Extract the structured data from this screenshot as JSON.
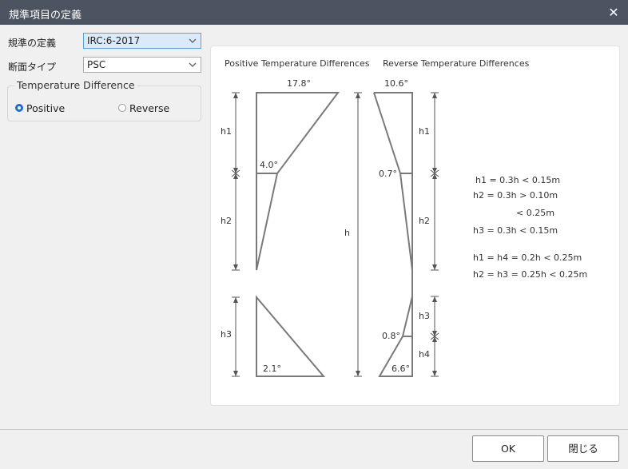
{
  "window": {
    "title": "規準項目の定義",
    "close_glyph": "✕"
  },
  "form": {
    "code_label": "規準の定義",
    "code_value": "IRC:6-2017",
    "section_label": "断面タイプ",
    "section_value": "PSC"
  },
  "temperature_group": {
    "legend": "Temperature Difference",
    "options": [
      {
        "label": "Positive",
        "checked": true
      },
      {
        "label": "Reverse",
        "checked": false
      }
    ]
  },
  "diagram": {
    "positive_title": "Positive Temperature Differences",
    "reverse_title": "Reverse Temperature Differences",
    "pos_top": "17.8°",
    "pos_mid": "4.0°",
    "pos_bottom": "2.1°",
    "rev_top": "10.6°",
    "rev_mid": "0.7°",
    "rev_low": "0.8°",
    "rev_bottom": "6.6°",
    "dim_h1": "h1",
    "dim_h2": "h2",
    "dim_h3": "h3",
    "dim_h4": "h4",
    "dim_h": "h",
    "formulas": [
      "h1 = 0.3h < 0.15m",
      "h2 = 0.3h > 0.10m",
      "< 0.25m",
      "h3 = 0.3h < 0.15m",
      "h1 = h4 = 0.2h < 0.25m",
      "h2 = h3 = 0.25h < 0.25m"
    ]
  },
  "buttons": {
    "ok": "OK",
    "close": "閉じる"
  },
  "colors": {
    "titlebar": "#4c5461",
    "accent": "#1d6fd0",
    "line": "#7a7a7a"
  }
}
